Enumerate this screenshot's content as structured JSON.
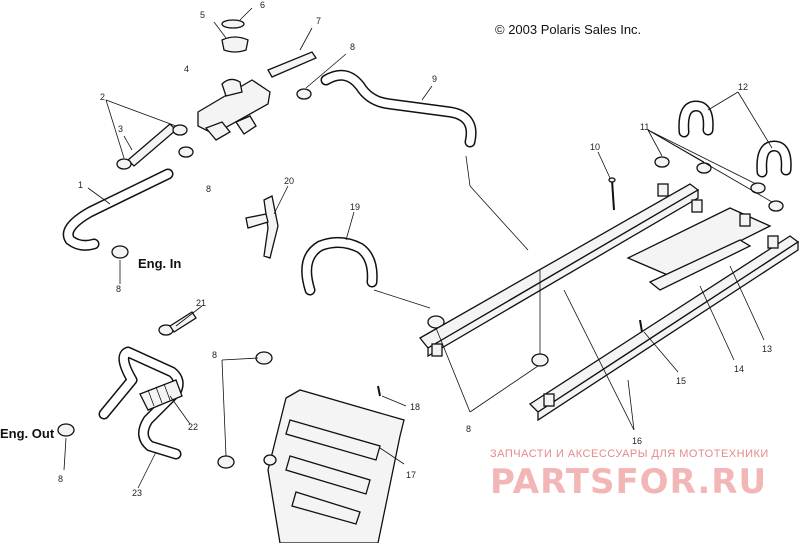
{
  "copyright": "© 2003 Polaris Sales Inc.",
  "labels": {
    "eng_in": "Eng. In",
    "eng_out": "Eng. Out"
  },
  "callouts": {
    "c1": "1",
    "c2": "2",
    "c3": "3",
    "c4": "4",
    "c5": "5",
    "c6": "6",
    "c7": "7",
    "c8a": "8",
    "c8b": "8",
    "c8c": "8",
    "c8d": "8",
    "c8e": "8",
    "c8f": "8",
    "c9": "9",
    "c10": "10",
    "c11": "11",
    "c12": "12",
    "c13": "13",
    "c14": "14",
    "c15": "15",
    "c16": "16",
    "c17": "17",
    "c18": "18",
    "c19": "19",
    "c20": "20",
    "c21": "21",
    "c22": "22",
    "c23": "23"
  },
  "watermark": {
    "line1": "ЗАПЧАСТИ И АКСЕССУАРЫ ДЛЯ МОТОТЕХНИКИ",
    "line2": "PARTSFOR.RU"
  }
}
